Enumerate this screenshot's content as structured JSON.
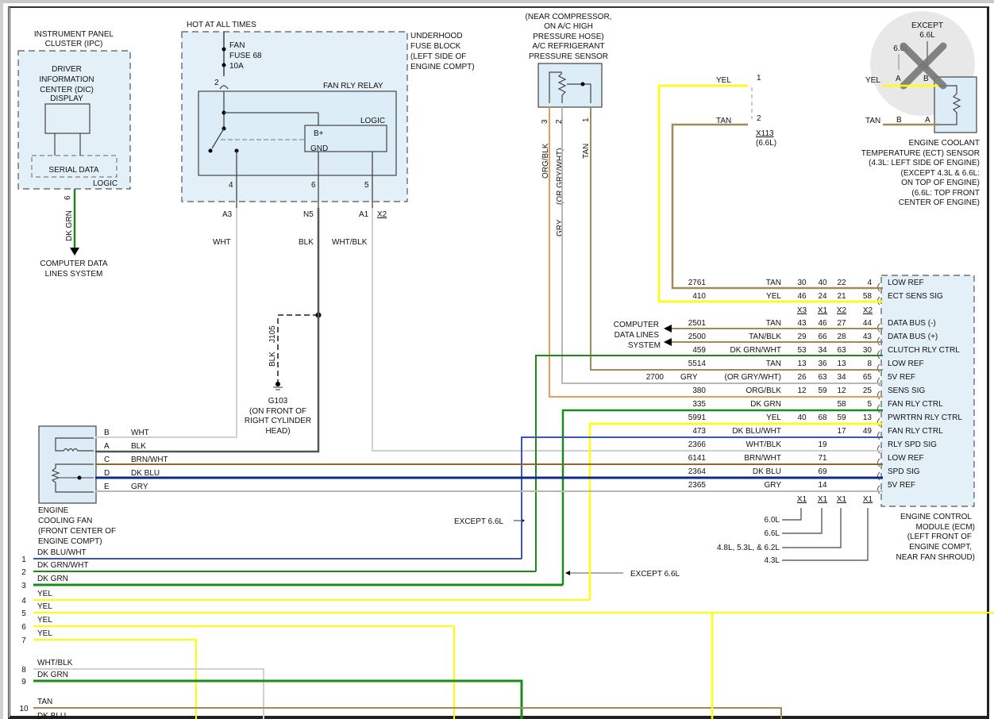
{
  "diagram": {
    "title": "Engine Cooling Fan Wiring Diagram",
    "colors": {
      "YEL": "#ffff00",
      "TAN": "#a08a55",
      "GRY": "#b8b8b8",
      "WHT": "#d0d0d0",
      "BLK": "#555555",
      "DK_GRN": "#1a8a1a",
      "DK_BLU": "#0b2a8a",
      "DK_BLU_WHT": "#3d55b0",
      "ORG_BLK": "#f39a50",
      "BRN_WHT": "#8a6a2a"
    },
    "ipc": {
      "title_line1": "INSTRUMENT PANEL",
      "title_line2": "CLUSTER (IPC)",
      "dic_line1": "DRIVER",
      "dic_line2": "INFORMATION",
      "dic_line3": "CENTER (DIC)",
      "dic_line4": "DISPLAY",
      "serial_data": "SERIAL DATA",
      "logic": "LOGIC",
      "pin": "6",
      "wire": "DK GRN",
      "dest_line1": "COMPUTER DATA",
      "dest_line2": "LINES SYSTEM"
    },
    "fuse_block": {
      "hot": "HOT AT ALL TIMES",
      "fuse_line1": "FAN",
      "fuse_line2": "FUSE 68",
      "fuse_line3": "10A",
      "name_line1": "UNDERHOOD",
      "name_line2": "FUSE BLOCK",
      "name_line3": "(LEFT SIDE OF",
      "name_line4": "ENGINE COMPT)",
      "relay": "FAN RLY RELAY",
      "logic": "LOGIC",
      "bplus": "B+",
      "gnd": "GND",
      "pin_in": "2",
      "pins": [
        "4",
        "6",
        "5"
      ],
      "conn": [
        "A3",
        "N5",
        "A1"
      ],
      "conn_id": "X2",
      "wires": [
        "WHT",
        "BLK",
        "WHT/BLK"
      ]
    },
    "ground": {
      "wire": "BLK",
      "splice": "J105",
      "id": "G103",
      "loc_line1": "(ON FRONT OF",
      "loc_line2": "RIGHT CYLINDER",
      "loc_line3": "HEAD)"
    },
    "ac_sensor": {
      "line1": "(NEAR COMPRESSOR,",
      "line2": "ON A/C HIGH",
      "line3": "PRESSURE HOSE)",
      "line4": "A/C REFRIGERANT",
      "line5": "PRESSURE SENSOR",
      "pins": [
        "3",
        "2",
        "1"
      ],
      "wires": [
        "ORG/BLK",
        "(OR GRY/WHT)",
        "TAN"
      ],
      "wire_gry": "GRY"
    },
    "ect": {
      "x113_pin1": "1",
      "x113_pin2": "2",
      "x113": "X113",
      "x113_note": "(6.6L)",
      "wire_yel": "YEL",
      "wire_tan": "TAN",
      "pin_b": "B",
      "pin_a": "A",
      "except": "EXCEPT",
      "except_66": "6.6L",
      "only_66": "6.6L",
      "alt_a": "A",
      "alt_b": "B",
      "name_line1": "ENGINE COOLANT",
      "name_line2": "TEMPERATURE (ECT) SENSOR",
      "name_line3": "(4.3L: LEFT SIDE OF ENGINE)",
      "name_line4": "(EXCEPT 4.3L & 6.6L:",
      "name_line5": "ON TOP OF ENGINE)",
      "name_line6": "(6.6L: TOP FRONT",
      "name_line7": "CENTER OF ENGINE)"
    },
    "ecm": {
      "name_line1": "ENGINE CONTROL",
      "name_line2": "MODULE (ECM)",
      "name_line3": "(LEFT FRONT OF",
      "name_line4": "ENGINE COMPT,",
      "name_line5": "NEAR FAN SHROUD)",
      "conn_header_top": [
        "X3",
        "X1",
        "X2",
        "X2"
      ],
      "conn_header_bottom": [
        "X1",
        "X1",
        "X1",
        "X1"
      ],
      "engine_variants": [
        "6.0L",
        "6.6L",
        "4.8L, 5.3L, & 6.2L",
        "4.3L"
      ],
      "data_lines_line1": "COMPUTER",
      "data_lines_line2": "DATA LINES",
      "data_lines_line3": "SYSTEM",
      "rows": [
        {
          "circuit": "2761",
          "color": "TAN",
          "c1": "30",
          "c2": "40",
          "c3": "22",
          "c4": "4",
          "func": "LOW REF"
        },
        {
          "circuit": "410",
          "color": "YEL",
          "c1": "46",
          "c2": "24",
          "c3": "21",
          "c4": "58",
          "func": "ECT SENS SIG"
        },
        {
          "circuit": "2501",
          "color": "TAN",
          "c1": "43",
          "c2": "46",
          "c3": "27",
          "c4": "44",
          "func": "DATA BUS (-)"
        },
        {
          "circuit": "2500",
          "color": "TAN/BLK",
          "c1": "29",
          "c2": "66",
          "c3": "28",
          "c4": "43",
          "func": "DATA BUS (+)"
        },
        {
          "circuit": "459",
          "color": "DK GRN/WHT",
          "c1": "53",
          "c2": "34",
          "c3": "63",
          "c4": "30",
          "func": "CLUTCH RLY CTRL"
        },
        {
          "circuit": "5514",
          "color": "TAN",
          "c1": "13",
          "c2": "36",
          "c3": "13",
          "c4": "8",
          "func": "LOW REF"
        },
        {
          "circuit": "2700",
          "color": "(OR GRY/WHT)",
          "color_alt": "GRY",
          "c1": "26",
          "c2": "63",
          "c3": "34",
          "c4": "65",
          "func": "5V REF"
        },
        {
          "circuit": "380",
          "color": "ORG/BLK",
          "c1": "12",
          "c2": "59",
          "c3": "12",
          "c4": "25",
          "func": "SENS SIG"
        },
        {
          "circuit": "335",
          "color": "DK GRN",
          "c1": "",
          "c2": "",
          "c3": "58",
          "c4": "5",
          "func": "FAN RLY CTRL"
        },
        {
          "circuit": "5991",
          "color": "YEL",
          "c1": "40",
          "c2": "68",
          "c3": "59",
          "c4": "13",
          "func": "PWRTRN RLY CTRL"
        },
        {
          "circuit": "473",
          "color": "DK BLU/WHT",
          "c1": "",
          "c2": "",
          "c3": "17",
          "c4": "49",
          "func": "FAN RLY CTRL"
        },
        {
          "circuit": "2366",
          "color": "WHT/BLK",
          "c1": "",
          "c2": "19",
          "c3": "",
          "c4": "",
          "func": "RLY SPD SIG"
        },
        {
          "circuit": "6141",
          "color": "BRN/WHT",
          "c1": "",
          "c2": "71",
          "c3": "",
          "c4": "",
          "func": "LOW REF"
        },
        {
          "circuit": "2364",
          "color": "DK BLU",
          "c1": "",
          "c2": "69",
          "c3": "",
          "c4": "",
          "func": "SPD SIG"
        },
        {
          "circuit": "2365",
          "color": "GRY",
          "c1": "",
          "c2": "14",
          "c3": "",
          "c4": "",
          "func": "5V REF"
        }
      ]
    },
    "fan": {
      "name_line1": "ENGINE",
      "name_line2": "COOLING FAN",
      "name_line3": "(FRONT CENTER OF",
      "name_line4": "ENGINE COMPT)",
      "pins": [
        {
          "pin": "B",
          "wire": "WHT"
        },
        {
          "pin": "A",
          "wire": "BLK"
        },
        {
          "pin": "C",
          "wire": "BRN/WHT"
        },
        {
          "pin": "D",
          "wire": "DK BLU"
        },
        {
          "pin": "E",
          "wire": "GRY"
        }
      ]
    },
    "except_note_1": "EXCEPT 6.6L",
    "except_note_2": "EXCEPT 6.6L",
    "legend_wires": [
      {
        "num": "1",
        "wire": "DK BLU/WHT"
      },
      {
        "num": "2",
        "wire": "DK GRN/WHT"
      },
      {
        "num": "3",
        "wire": "DK GRN"
      },
      {
        "num": "4",
        "wire": "YEL"
      },
      {
        "num": "5",
        "wire": "YEL"
      },
      {
        "num": "6",
        "wire": "YEL"
      },
      {
        "num": "7",
        "wire": "YEL"
      },
      {
        "num": "8",
        "wire": "WHT/BLK"
      },
      {
        "num": "9",
        "wire": "DK GRN"
      },
      {
        "num": "10",
        "wire": "TAN"
      },
      {
        "num": "",
        "wire": "DK BLU"
      }
    ]
  }
}
